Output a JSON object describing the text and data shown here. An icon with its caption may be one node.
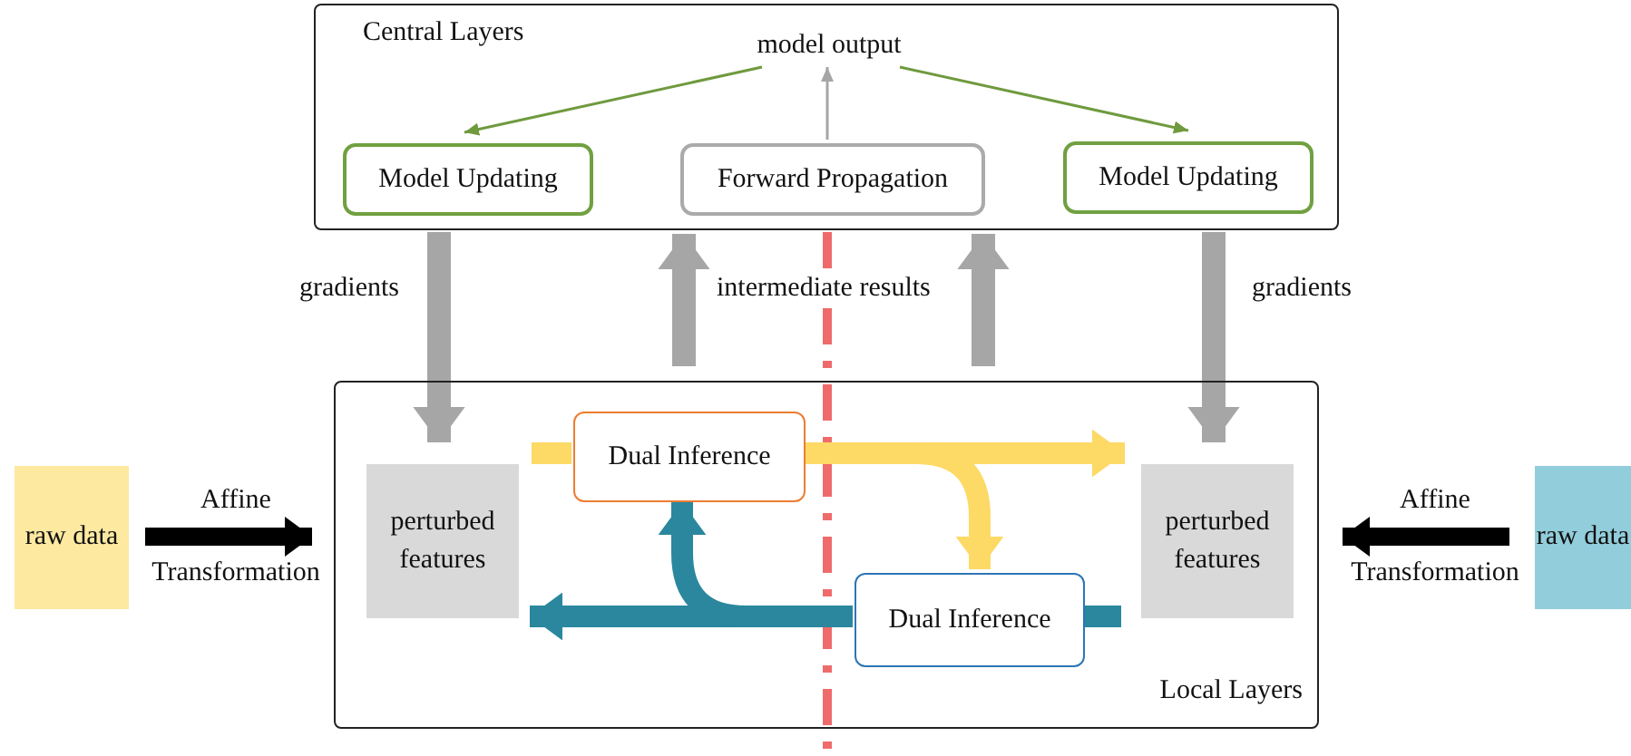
{
  "diagram": {
    "nodes": [
      {
        "text": [
          "Central Layers"
        ]
      },
      {
        "text": [
          "model output"
        ],
        "in": 0
      },
      {
        "text": [
          "Model Updating"
        ],
        "in": 0
      },
      {
        "text": [
          "Forward Propagation"
        ],
        "in": 0
      },
      {
        "text": [
          "Model Updating"
        ],
        "in": 0
      },
      {
        "text": [
          "Local Layers"
        ]
      },
      {
        "text": [
          "perturbed features"
        ],
        "in": 5
      },
      {
        "text": [
          "Dual Inference"
        ],
        "in": 5
      },
      {
        "text": [
          "Dual Inference"
        ],
        "in": 5
      },
      {
        "text": [
          "perturbed features"
        ],
        "in": 5
      },
      {
        "text": [
          "raw data"
        ]
      },
      {
        "text": [
          "raw data"
        ]
      }
    ],
    "edges": [
      {
        "from": 1,
        "to": 2,
        "arrow": "to",
        "color": "#6f9a3e"
      },
      {
        "from": 3,
        "to": 1,
        "arrow": "to",
        "color": "#a6a6a6"
      },
      {
        "from": 1,
        "to": 4,
        "arrow": "to",
        "color": "#6f9a3e"
      },
      {
        "from": 0,
        "to": 6,
        "arrow": "to",
        "label": "gradients",
        "color": "#a6a6a6"
      },
      {
        "from": 5,
        "to": 0,
        "arrow": "to",
        "color": "#a6a6a6"
      },
      {
        "from": 5,
        "to": 0,
        "arrow": "to",
        "color": "#a6a6a6"
      },
      {
        "from": 0,
        "to": 9,
        "arrow": "to",
        "label": "gradients",
        "color": "#a6a6a6"
      },
      {
        "from": 10,
        "to": 6,
        "arrow": "to",
        "label": "Affine Transformation",
        "color": "#000000"
      },
      {
        "from": 11,
        "to": 9,
        "arrow": "to",
        "label": "Affine Transformation",
        "color": "#000000"
      },
      {
        "from": 6,
        "to": 7,
        "arrow": "none",
        "color": "#fdd966"
      },
      {
        "from": 7,
        "to": 9,
        "arrow": "to",
        "color": "#fdd966"
      },
      {
        "from": 7,
        "to": 8,
        "arrow": "to",
        "color": "#fdd966"
      },
      {
        "from": 8,
        "to": 6,
        "arrow": "to",
        "color": "#2a879e"
      },
      {
        "from": 8,
        "to": 7,
        "arrow": "to",
        "color": "#2a879e"
      },
      {
        "from": 9,
        "to": 8,
        "arrow": "none",
        "color": "#2a879e"
      }
    ],
    "labels": [
      "intermediate results"
    ]
  }
}
